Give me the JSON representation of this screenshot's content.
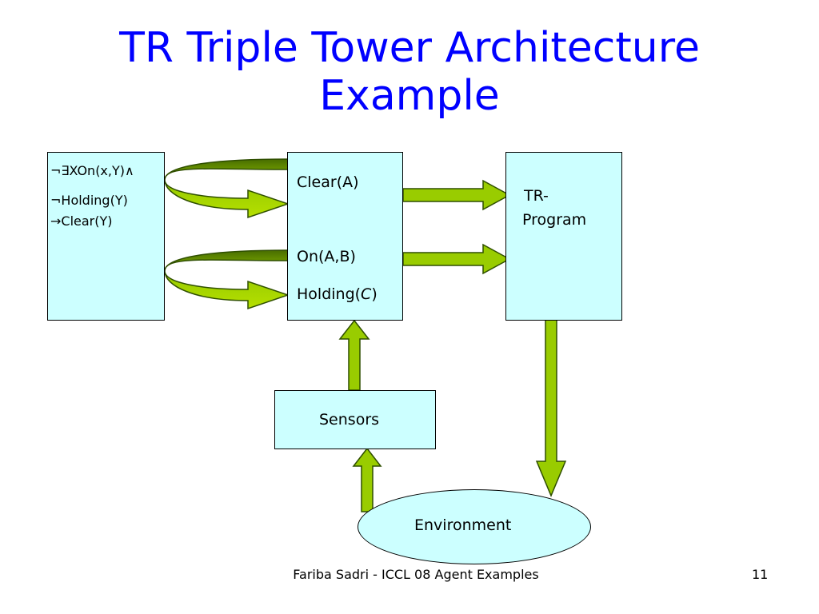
{
  "slide": {
    "title_line1": "TR Triple Tower Architecture",
    "title_line2": "Example",
    "footer": "Fariba Sadri - ICCL 08 Agent Examples",
    "page_number": "11"
  },
  "diagram": {
    "rules_box": {
      "line1": "¬∃XOn(x,Y)∧",
      "line2": "¬Holding(Y)",
      "line3": "→Clear(Y)"
    },
    "facts_box": {
      "fact1": "Clear(A)",
      "fact2": "On(A,B)",
      "fact3_prefix": "Holding(",
      "fact3_arg": "C",
      "fact3_suffix": ")"
    },
    "tr_program_box": {
      "line1": "TR-",
      "line2": "Program"
    },
    "sensors_label": "Sensors",
    "environment_label": "Environment",
    "colors": {
      "title": "#0000ff",
      "box_fill": "#ccffff",
      "arrow_fill": "#99cc00",
      "arrow_dark": "#3f6b00"
    }
  }
}
